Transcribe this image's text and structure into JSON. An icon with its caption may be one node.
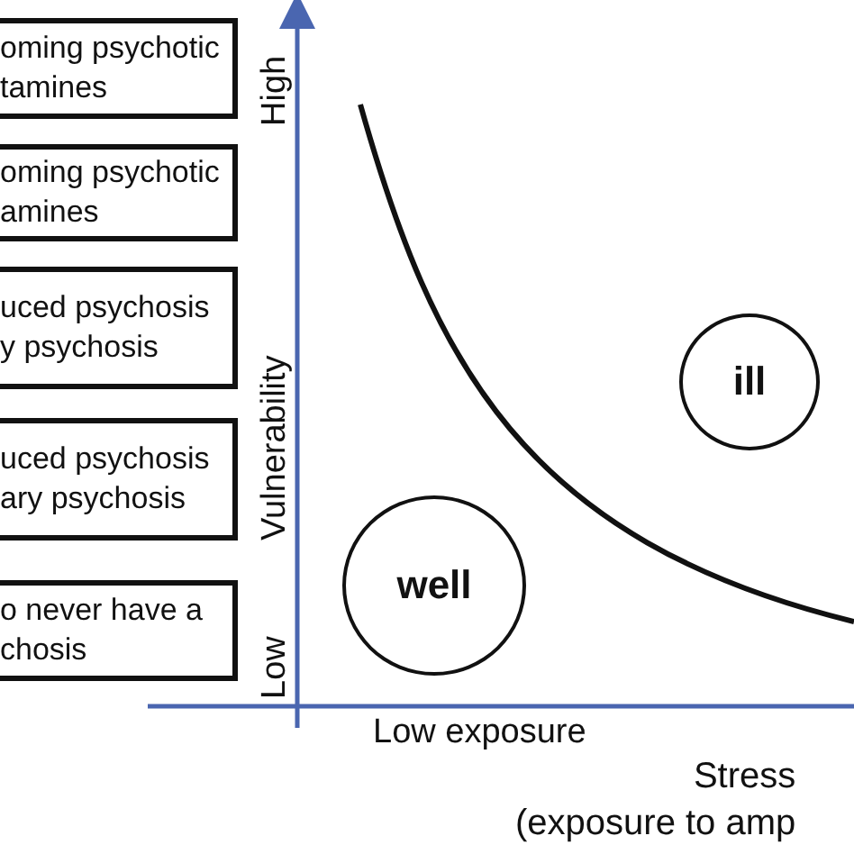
{
  "diagram": {
    "nodes": [
      {
        "text": [
          "oming psychotic tamines"
        ]
      },
      {
        "text": [
          "oming psychotic amines"
        ]
      },
      {
        "text": [
          "uced psychosis y psychosis"
        ]
      },
      {
        "text": [
          "uced psychosis ary psychosis"
        ]
      },
      {
        "text": [
          "o never have a chosis"
        ]
      },
      {
        "text": [
          "ill"
        ]
      },
      {
        "text": [
          "well"
        ]
      }
    ],
    "edges": [],
    "labels": [
      "High",
      "Vulnerability",
      "Low",
      "Low exposure",
      "Stress (exposure to amp"
    ]
  }
}
